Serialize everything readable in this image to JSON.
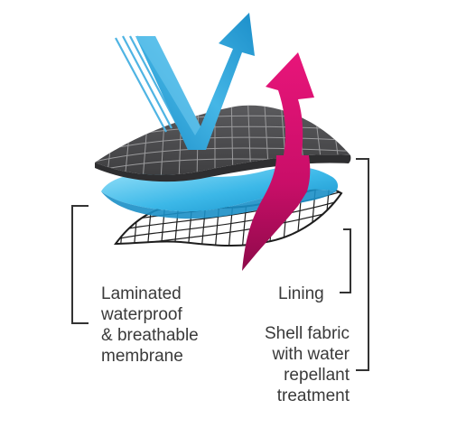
{
  "labels": {
    "membrane": [
      "Laminated",
      "waterproof",
      "& breathable",
      "membrane"
    ],
    "lining": [
      "Lining"
    ],
    "shell": [
      "Shell fabric",
      "with water",
      "repellant",
      "treatment"
    ]
  },
  "colors": {
    "shell_dark": "#4a4a4c",
    "shell_grid": "#8a8a8c",
    "membrane_light": "#7fd8f5",
    "membrane_dark": "#1aa3da",
    "lining_grid": "#1e1e1e",
    "rain_arrow": "#2b9fd4",
    "vapour_arrow": "#d8106e",
    "bracket": "#333333",
    "text": "#3a3a3a"
  },
  "icons": {
    "rain": "rain-deflect-arrow-icon",
    "vapour": "vapour-escape-arrow-icon"
  }
}
